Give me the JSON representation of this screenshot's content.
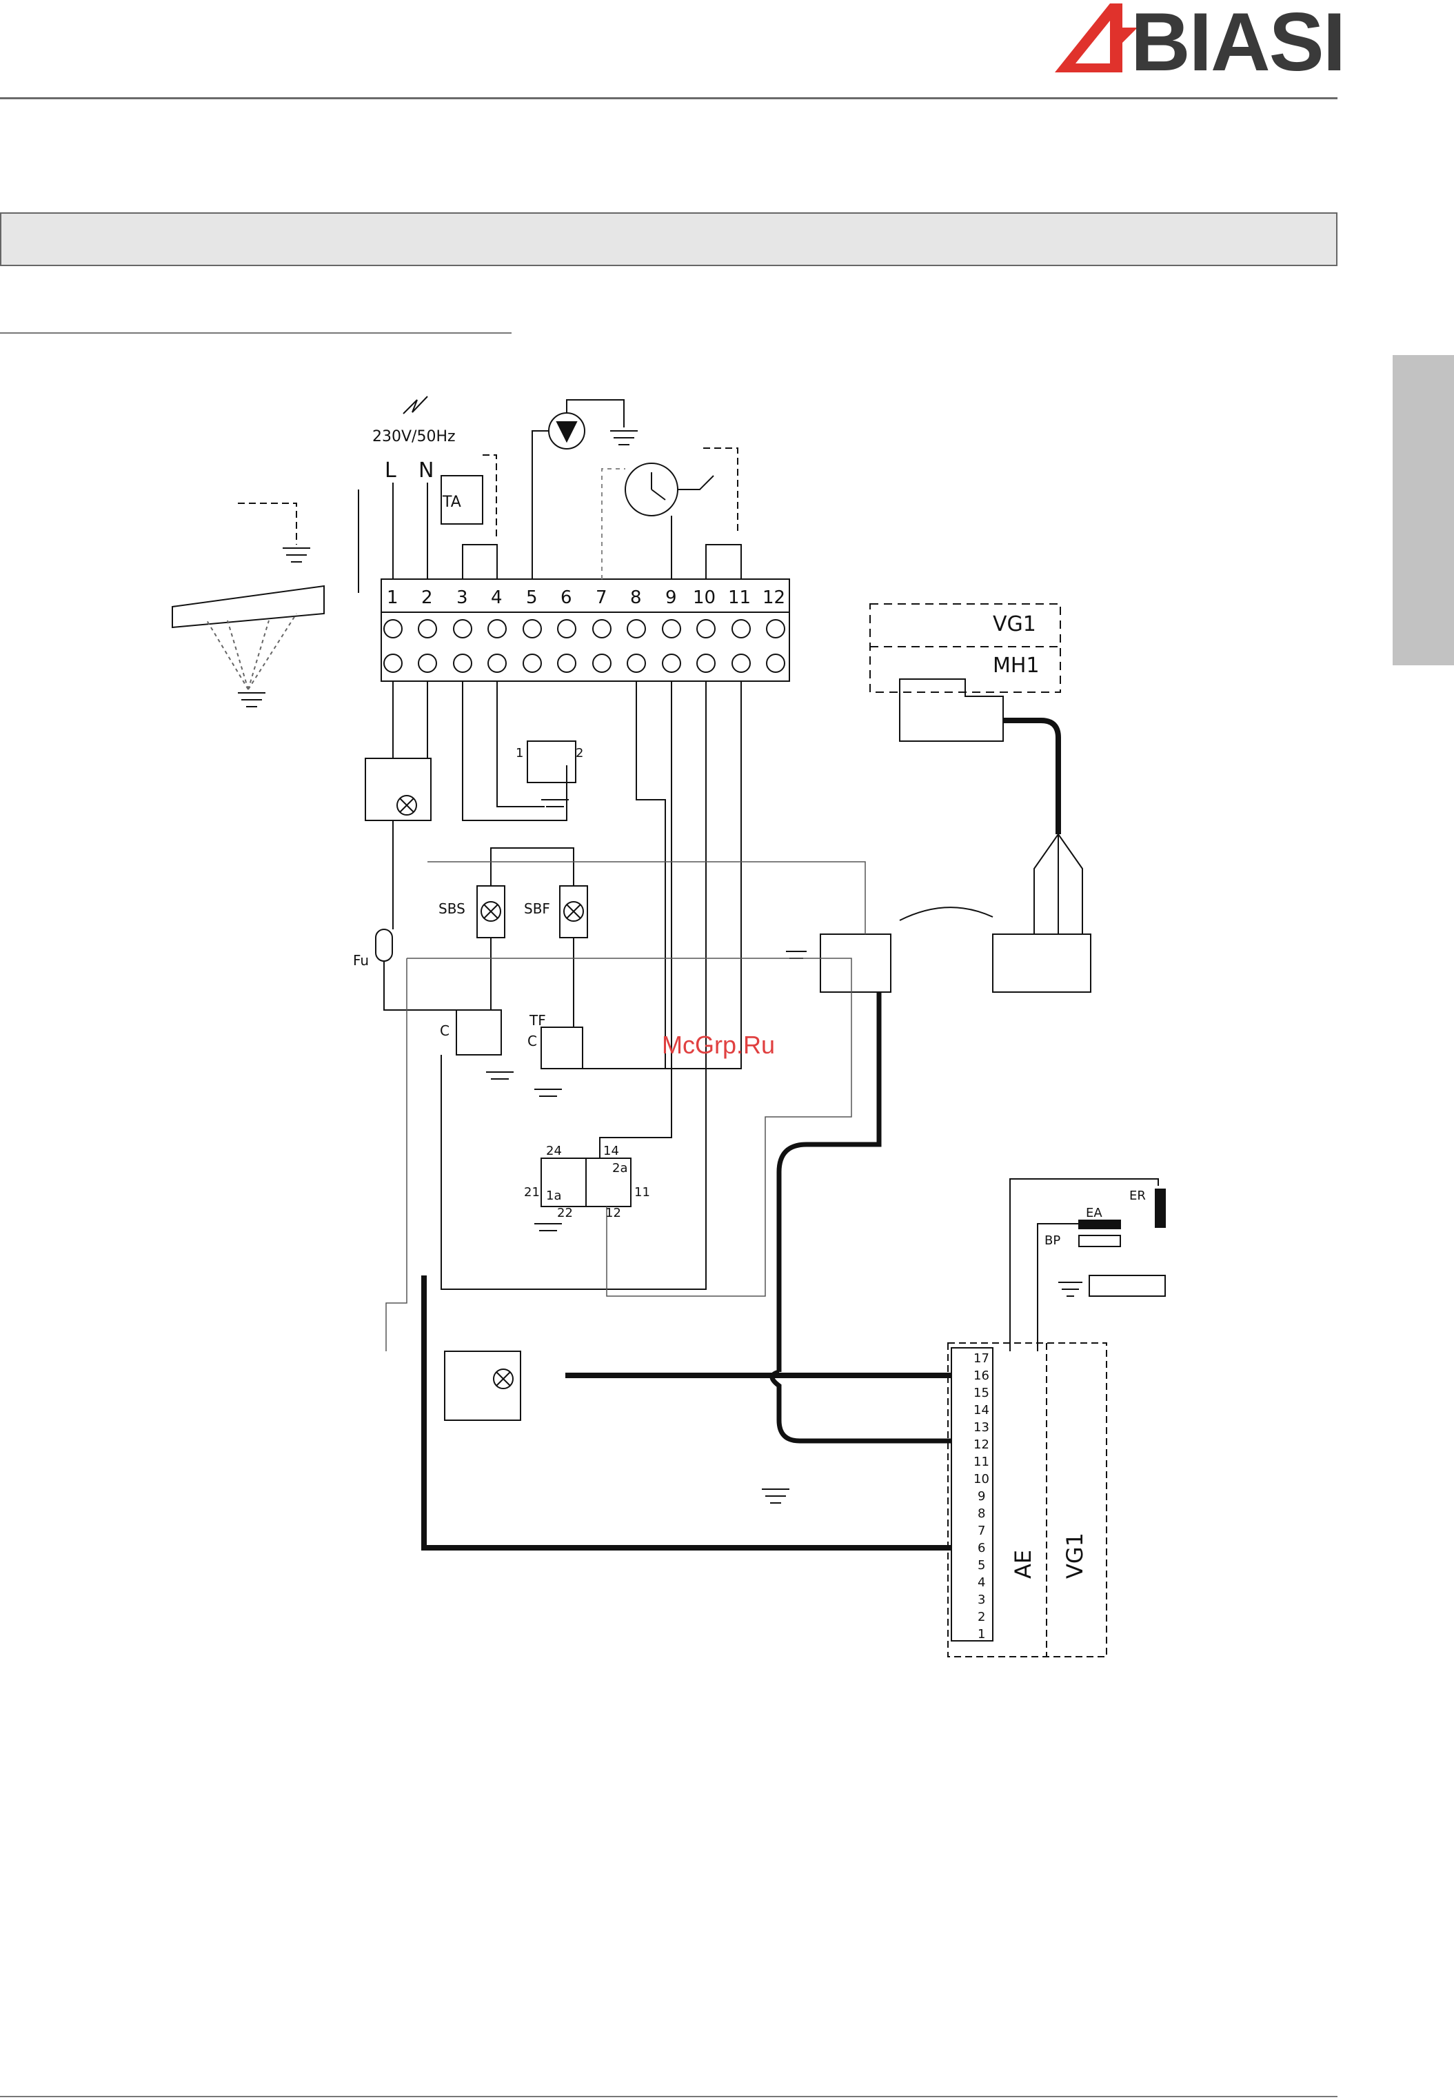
{
  "brand": {
    "name": "BIASI",
    "accent": "#e0322c",
    "text_color": "#3a3a3a"
  },
  "watermark": "McGrp.Ru",
  "diagram": {
    "supply_label": "230V/50Hz",
    "line_label": "L",
    "neutral_label": "N",
    "terminals": [
      "1",
      "2",
      "3",
      "4",
      "5",
      "6",
      "7",
      "8",
      "9",
      "10",
      "11",
      "12"
    ],
    "room_thermostat": "TA",
    "gas_valve": "VG1",
    "valve_coil": "MH1",
    "safety_stat": "SBS",
    "flue_stat": "SBF",
    "fuse": "Fu",
    "flow_stat": "TF",
    "common_c": "C",
    "contact_1": "1",
    "contact_2": "2",
    "relay_terminals": [
      "24",
      "14",
      "21",
      "1a",
      "22",
      "12",
      "2a",
      "11"
    ],
    "electrodes": [
      "ER",
      "EA",
      "BP"
    ],
    "control_board": "AE",
    "board_valve": "VG1",
    "board_pins": [
      "17",
      "16",
      "15",
      "14",
      "13",
      "12",
      "11",
      "10",
      "9",
      "8",
      "7",
      "6",
      "5",
      "4",
      "3",
      "2",
      "1"
    ]
  }
}
